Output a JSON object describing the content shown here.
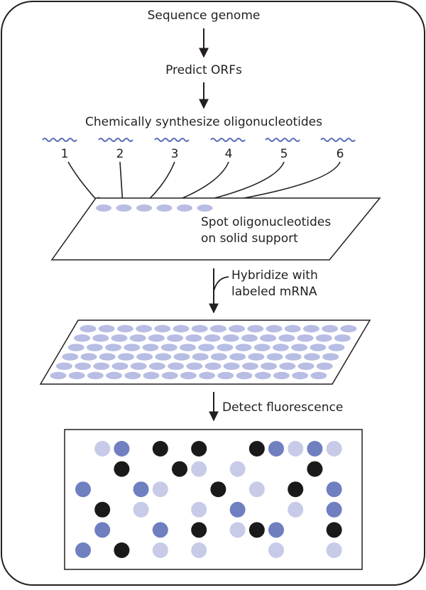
{
  "steps": {
    "sequence": "Sequence genome",
    "predict": "Predict ORFs",
    "synthesize": "Chemically synthesize oligonucleotides",
    "spot_line1": "Spot oligonucleotides",
    "spot_line2": "on solid support",
    "hybridize_line1": "Hybridize with",
    "hybridize_line2": "labeled mRNA",
    "detect": "Detect fluorescence"
  },
  "oligo_labels": [
    "1",
    "2",
    "3",
    "4",
    "5",
    "6"
  ],
  "colors": {
    "frame": "#231f20",
    "oligo_wave": "#5d6fb8",
    "spot_fill": "#b7bde3",
    "result_dark": "#1a1a1a",
    "result_medium": "#6f7fc0",
    "result_light": "#c7cbe8"
  },
  "result_grid": {
    "legend_note": "",
    "rows": [
      [
        "none",
        "light",
        "medium",
        "none",
        "dark",
        "none",
        "dark",
        "none",
        "none",
        "dark",
        "medium",
        "light",
        "medium",
        "light"
      ],
      [
        "none",
        "none",
        "dark",
        "none",
        "none",
        "dark",
        "light",
        "none",
        "light",
        "none",
        "none",
        "none",
        "dark",
        "none"
      ],
      [
        "medium",
        "none",
        "none",
        "medium",
        "light",
        "none",
        "none",
        "dark",
        "none",
        "light",
        "none",
        "dark",
        "none",
        "medium"
      ],
      [
        "none",
        "dark",
        "none",
        "light",
        "none",
        "none",
        "light",
        "none",
        "medium",
        "none",
        "none",
        "light",
        "none",
        "medium"
      ],
      [
        "none",
        "medium",
        "none",
        "none",
        "medium",
        "none",
        "dark",
        "none",
        "light",
        "dark",
        "medium",
        "none",
        "none",
        "dark"
      ],
      [
        "medium",
        "none",
        "dark",
        "none",
        "light",
        "none",
        "light",
        "none",
        "none",
        "none",
        "light",
        "none",
        "none",
        "light"
      ]
    ]
  }
}
